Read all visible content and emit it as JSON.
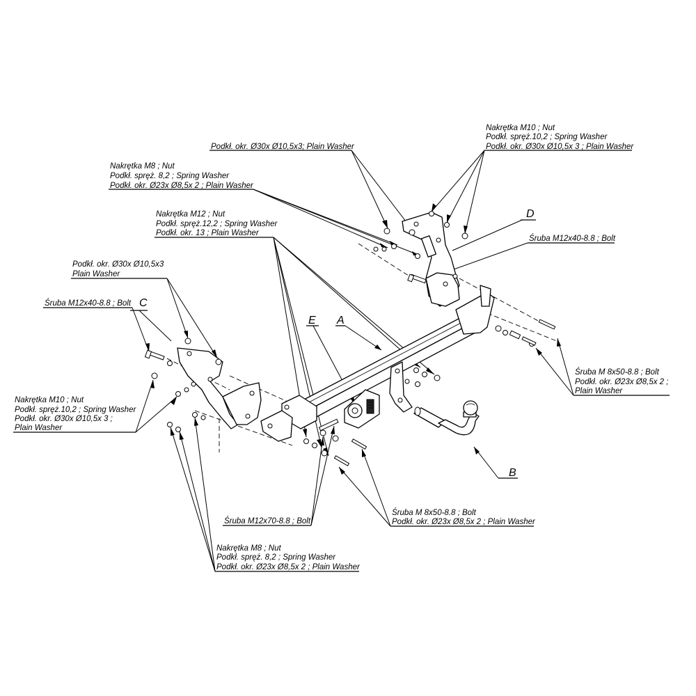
{
  "parts": {
    "A": "A",
    "B": "B",
    "C": "C",
    "D": "D",
    "E": "E"
  },
  "labels": {
    "top_washer": "Podkł. okr. Ø30x Ø10,5x3; Plain Washer",
    "top_right_nut": {
      "l1": "Nakrętka  M10 ; Nut",
      "l2": "Podkł. spręż.10,2 ; Spring Washer",
      "l3": "Podkł. okr.  Ø30x Ø10,5x 3 ; Plain Washer"
    },
    "m8_upper": {
      "l1": "Nakrętka  M8 ; Nut",
      "l2": "Podkł. spręż. 8,2 ; Spring Washer",
      "l3": "Podkł. okr.  Ø23x Ø8,5x 2 ; Plain Washer"
    },
    "m12_nut": {
      "l1": "Nakrętka  M12 ; Nut",
      "l2": "Podkł. spręż.12,2 ; Spring Washer",
      "l3": "Podkł. okr. 13 ; Plain Washer"
    },
    "bolt_d": "Śruba M12x40-8.8 ;  Bolt",
    "left_washer": {
      "l1": "Podkł. okr. Ø30x Ø10,5x3",
      "l2": "Plain Washer"
    },
    "bolt_c": "Śruba M12x40-8.8 ;  Bolt",
    "left_nut": {
      "l1": "Nakrętka  M10 ; Nut",
      "l2": "Podkł. spręż.10,2 ; Spring Washer",
      "l3": "Podkł. okr.  Ø30x Ø10,5x 3 ;",
      "l4": "Plain Washer"
    },
    "right_bolt": {
      "l1": "Śruba M 8x50-8.8 ;  Bolt",
      "l2": "Podkł. okr.  Ø23x Ø8,5x 2 ;",
      "l3": "Plain Washer"
    },
    "bolt_m12x70": "Śruba M12x70-8.8 ;  Bolt",
    "bottom_bolt": {
      "l1": "Śruba M 8x50-8.8 ;  Bolt",
      "l2": "Podkł. okr.  Ø23x Ø8,5x 2 ; Plain Washer"
    },
    "m8_lower": {
      "l1": "Nakrętka  M8 ; Nut",
      "l2": "Podkł. spręż. 8,2 ; Spring Washer",
      "l3": "Podkł. okr.  Ø23x Ø8,5x 2 ; Plain Washer"
    }
  }
}
